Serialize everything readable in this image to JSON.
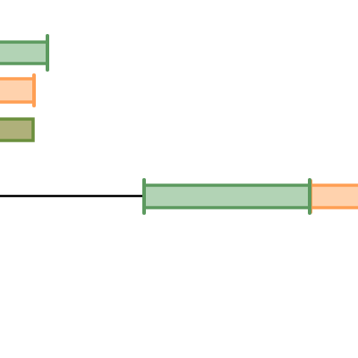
{
  "colors": {
    "background": "#ffffff",
    "axis_line": "#000000",
    "green_fill": "#b2d3b5",
    "green_stroke": "#5c9a5f",
    "orange_fill": "#ffd2ad",
    "orange_stroke": "#ff9f54",
    "olive_fill": "#afb07a",
    "olive_stroke": "#6b8f3d"
  },
  "diagram": {
    "legend_swatches": [
      {
        "name": "legend-swatch-green",
        "fill_key": "green_fill",
        "stroke_key": "green_stroke"
      },
      {
        "name": "legend-swatch-orange",
        "fill_key": "orange_fill",
        "stroke_key": "orange_stroke"
      },
      {
        "name": "legend-swatch-olive",
        "fill_key": "olive_fill",
        "stroke_key": "olive_stroke"
      }
    ],
    "timeline_segments": [
      {
        "name": "timeline-segment-green",
        "fill_key": "green_fill",
        "stroke_key": "green_stroke"
      },
      {
        "name": "timeline-segment-orange",
        "fill_key": "orange_fill",
        "stroke_key": "orange_stroke"
      }
    ]
  }
}
